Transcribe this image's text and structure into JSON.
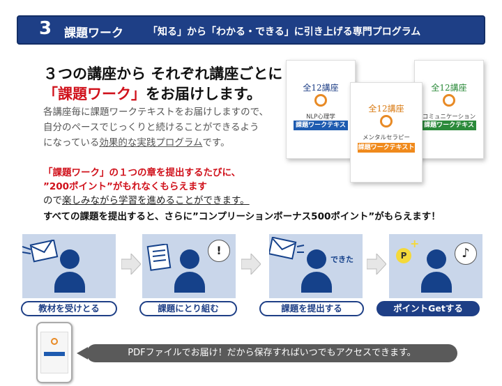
{
  "banner": {
    "number": "3",
    "title": "課題ワーク",
    "subtitle": "「知る」から「わかる・できる」に引き上げる専門プログラム"
  },
  "headline": {
    "line1": "３つの講座から それぞれ講座ごとに",
    "line2_red": "「課題ワーク」",
    "line2_rest": "をお届けします。"
  },
  "body": {
    "line1": "各講座毎に課題ワークテキストをお届けしますので、",
    "line2": "自分のペースでじっくりと続けることができるよう",
    "line3_pre": "になっている",
    "line3_ul": "効果的な実践プログラム",
    "line3_post": "です。"
  },
  "red_text": {
    "line1": "「課題ワーク」の１つの章を提出するたびに、",
    "line2": "”200ポイント”がもれなくもらえます"
  },
  "plain_text": {
    "pre": "ので",
    "ul": "楽しみながら学習を進めることができます。"
  },
  "bold_text": "すべての課題を提出すると、さらに”コンプリーションボーナス500ポイント”がもらえます！",
  "books": [
    {
      "count": "全12講座",
      "subtitle": "NLP心理学",
      "band": "課題ワークテキスト",
      "band_color": "#1e5bb0",
      "count_color": "#1e3f86"
    },
    {
      "count": "全12講座",
      "subtitle": "メンタルセラピー",
      "band": "課題ワークテキスト",
      "band_color": "#f08a1c",
      "count_color": "#d97a12"
    },
    {
      "count": "全12講座",
      "subtitle": "コミュニケーション",
      "band": "課題ワークテキスト",
      "band_color": "#2b8a3a",
      "count_color": "#2b8a3a"
    }
  ],
  "steps": [
    {
      "label": "教材を受けとる"
    },
    {
      "label": "課題にとり組む",
      "bubble": "!"
    },
    {
      "label": "課題を提出する",
      "bubble": "できた"
    },
    {
      "label": "ポイントGetする",
      "badge": "P",
      "bubble": "♪"
    }
  ],
  "pdf_note": "PDFファイルでお届け！だから保存すればいつでもアクセスできます。",
  "colors": {
    "navy": "#1e3f86",
    "red": "#d0111b",
    "panel": "#c9d6ea"
  }
}
